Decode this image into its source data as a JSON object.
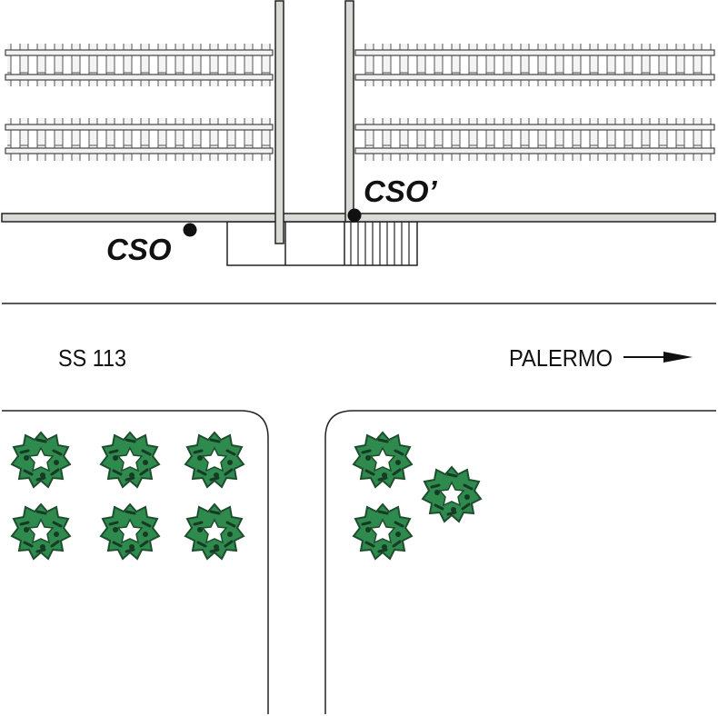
{
  "labels": {
    "cso": "CSO",
    "cso_prime": "CSO’",
    "road": "SS 113",
    "direction": "PALERMO"
  },
  "colors": {
    "stroke": "#222222",
    "barrier_fill": "#d9d9d5",
    "rail_fill": "#f2f2f2",
    "tree_dark": "#1e4d2e",
    "tree_light": "#2f8a4e",
    "ink": "#111111"
  },
  "icons": {
    "tree": "tree-icon",
    "arrow": "arrow-right-icon",
    "marker": "dot-marker-icon"
  }
}
